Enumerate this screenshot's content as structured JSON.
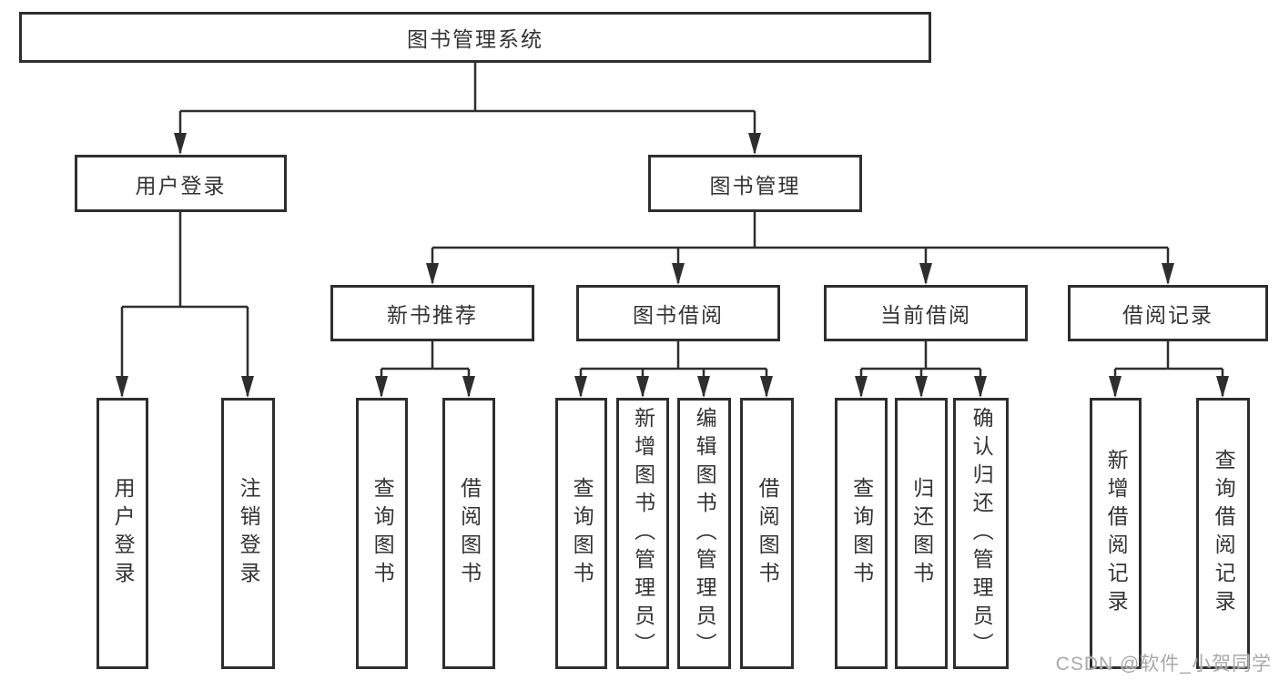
{
  "watermark": "CSDN @软件_小贺同学",
  "colors": {
    "line": "#2e2e2e",
    "box_border": "#2e2e2e",
    "box_fill": "#ffffff",
    "text": "#333333",
    "watermark": "#a9a9a9",
    "background": "#ffffff"
  },
  "tree": {
    "label": "图书管理系统",
    "children": [
      {
        "label": "用户登录",
        "children": [
          {
            "label": "用户登录"
          },
          {
            "label": "注销登录"
          }
        ]
      },
      {
        "label": "图书管理",
        "children": [
          {
            "label": "新书推荐",
            "children": [
              {
                "label": "查询图书"
              },
              {
                "label": "借阅图书"
              }
            ]
          },
          {
            "label": "图书借阅",
            "children": [
              {
                "label": "查询图书"
              },
              {
                "label": "新增图书（管理员）"
              },
              {
                "label": "编辑图书（管理员）"
              },
              {
                "label": "借阅图书"
              }
            ]
          },
          {
            "label": "当前借阅",
            "children": [
              {
                "label": "查询图书"
              },
              {
                "label": "归还图书"
              },
              {
                "label": "确认归还（管理员）"
              }
            ]
          },
          {
            "label": "借阅记录",
            "children": [
              {
                "label": "新增借阅记录"
              },
              {
                "label": "查询借阅记录"
              }
            ]
          }
        ]
      }
    ]
  }
}
